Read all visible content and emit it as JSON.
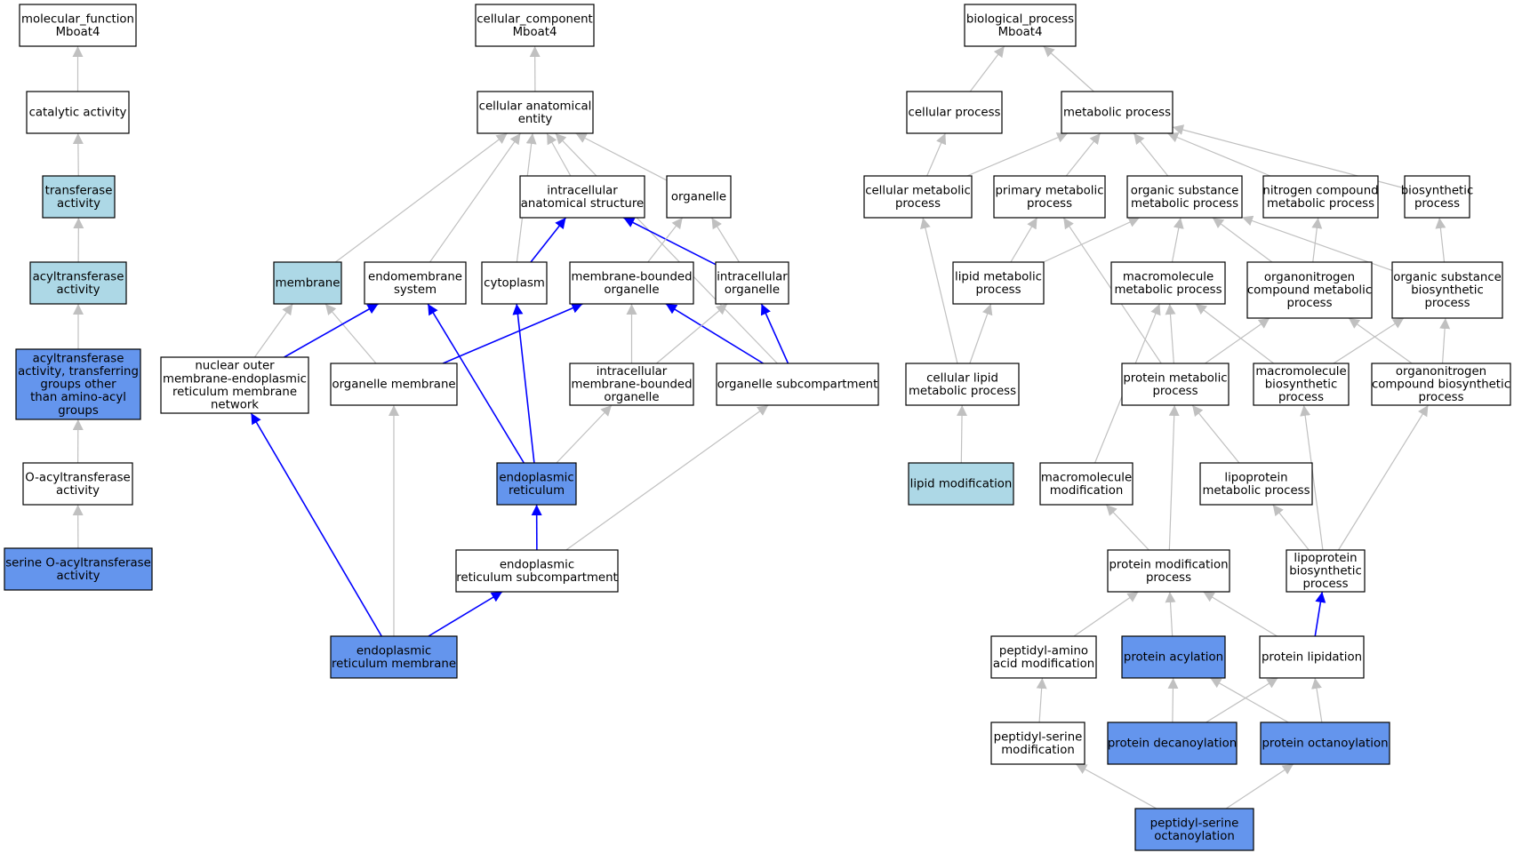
{
  "colors": {
    "plain": "#ffffff",
    "light": "#add8e6",
    "highlight": "#6495ed",
    "edge": "#c0c0c0",
    "path_edge": "#0000ff",
    "border": "#000000"
  },
  "nodes": [
    {
      "id": "mf_root",
      "lines": [
        "molecular_function",
        "Mboat4"
      ],
      "fill": "plain"
    },
    {
      "id": "catalytic",
      "lines": [
        "catalytic activity"
      ],
      "fill": "plain"
    },
    {
      "id": "transferase",
      "lines": [
        "transferase",
        "activity"
      ],
      "fill": "light"
    },
    {
      "id": "acyltransferase",
      "lines": [
        "acyltransferase",
        "activity"
      ],
      "fill": "light"
    },
    {
      "id": "acyl_other",
      "lines": [
        "acyltransferase",
        "activity, transferring",
        "groups other",
        "than amino-acyl",
        "groups"
      ],
      "fill": "highlight"
    },
    {
      "id": "o_acyl",
      "lines": [
        "O-acyltransferase",
        "activity"
      ],
      "fill": "plain"
    },
    {
      "id": "serine_o_acyl",
      "lines": [
        "serine O-acyltransferase",
        "activity"
      ],
      "fill": "highlight"
    },
    {
      "id": "cc_root",
      "lines": [
        "cellular_component",
        "Mboat4"
      ],
      "fill": "plain"
    },
    {
      "id": "cae",
      "lines": [
        "cellular anatomical",
        "entity"
      ],
      "fill": "plain"
    },
    {
      "id": "ias",
      "lines": [
        "intracellular",
        "anatomical structure"
      ],
      "fill": "plain"
    },
    {
      "id": "organelle",
      "lines": [
        "organelle"
      ],
      "fill": "plain"
    },
    {
      "id": "membrane",
      "lines": [
        "membrane"
      ],
      "fill": "light"
    },
    {
      "id": "endomembrane",
      "lines": [
        "endomembrane",
        "system"
      ],
      "fill": "plain"
    },
    {
      "id": "cytoplasm",
      "lines": [
        "cytoplasm"
      ],
      "fill": "plain"
    },
    {
      "id": "mbo",
      "lines": [
        "membrane-bounded",
        "organelle"
      ],
      "fill": "plain"
    },
    {
      "id": "io",
      "lines": [
        "intracellular",
        "organelle"
      ],
      "fill": "plain"
    },
    {
      "id": "nuclear_outer",
      "lines": [
        "nuclear outer",
        "membrane-endoplasmic",
        "reticulum membrane",
        "network"
      ],
      "fill": "plain"
    },
    {
      "id": "org_membrane",
      "lines": [
        "organelle membrane"
      ],
      "fill": "plain"
    },
    {
      "id": "imbo",
      "lines": [
        "intracellular",
        "membrane-bounded",
        "organelle"
      ],
      "fill": "plain"
    },
    {
      "id": "org_subcomp",
      "lines": [
        "organelle subcompartment"
      ],
      "fill": "plain"
    },
    {
      "id": "er",
      "lines": [
        "endoplasmic",
        "reticulum"
      ],
      "fill": "highlight"
    },
    {
      "id": "er_subcomp",
      "lines": [
        "endoplasmic",
        "reticulum subcompartment"
      ],
      "fill": "plain"
    },
    {
      "id": "er_membrane",
      "lines": [
        "endoplasmic",
        "reticulum membrane"
      ],
      "fill": "highlight"
    },
    {
      "id": "bp_root",
      "lines": [
        "biological_process",
        "Mboat4"
      ],
      "fill": "plain"
    },
    {
      "id": "cellular_process",
      "lines": [
        "cellular process"
      ],
      "fill": "plain"
    },
    {
      "id": "metabolic_process",
      "lines": [
        "metabolic process"
      ],
      "fill": "plain"
    },
    {
      "id": "cmp",
      "lines": [
        "cellular metabolic",
        "process"
      ],
      "fill": "plain"
    },
    {
      "id": "pmp",
      "lines": [
        "primary metabolic",
        "process"
      ],
      "fill": "plain"
    },
    {
      "id": "osmp",
      "lines": [
        "organic substance",
        "metabolic process"
      ],
      "fill": "plain"
    },
    {
      "id": "ncmp",
      "lines": [
        "nitrogen compound",
        "metabolic process"
      ],
      "fill": "plain"
    },
    {
      "id": "biosynthetic",
      "lines": [
        "biosynthetic",
        "process"
      ],
      "fill": "plain"
    },
    {
      "id": "lmp",
      "lines": [
        "lipid metabolic",
        "process"
      ],
      "fill": "plain"
    },
    {
      "id": "mmp",
      "lines": [
        "macromolecule",
        "metabolic process"
      ],
      "fill": "plain"
    },
    {
      "id": "oncmp",
      "lines": [
        "organonitrogen",
        "compound metabolic",
        "process"
      ],
      "fill": "plain"
    },
    {
      "id": "osbp",
      "lines": [
        "organic substance",
        "biosynthetic",
        "process"
      ],
      "fill": "plain"
    },
    {
      "id": "clmp",
      "lines": [
        "cellular lipid",
        "metabolic process"
      ],
      "fill": "plain"
    },
    {
      "id": "prmp",
      "lines": [
        "protein metabolic",
        "process"
      ],
      "fill": "plain"
    },
    {
      "id": "mbp",
      "lines": [
        "macromolecule",
        "biosynthetic",
        "process"
      ],
      "fill": "plain"
    },
    {
      "id": "oncbp",
      "lines": [
        "organonitrogen",
        "compound biosynthetic",
        "process"
      ],
      "fill": "plain"
    },
    {
      "id": "lipid_mod",
      "lines": [
        "lipid modification"
      ],
      "fill": "light"
    },
    {
      "id": "mm",
      "lines": [
        "macromolecule",
        "modification"
      ],
      "fill": "plain"
    },
    {
      "id": "lpmp",
      "lines": [
        "lipoprotein",
        "metabolic process"
      ],
      "fill": "plain"
    },
    {
      "id": "pmod",
      "lines": [
        "protein modification",
        "process"
      ],
      "fill": "plain"
    },
    {
      "id": "lpbp",
      "lines": [
        "lipoprotein",
        "biosynthetic",
        "process"
      ],
      "fill": "plain"
    },
    {
      "id": "pam",
      "lines": [
        "peptidyl-amino",
        "acid modification"
      ],
      "fill": "plain"
    },
    {
      "id": "pacyl",
      "lines": [
        "protein acylation"
      ],
      "fill": "highlight"
    },
    {
      "id": "plipid",
      "lines": [
        "protein lipidation"
      ],
      "fill": "plain"
    },
    {
      "id": "psm",
      "lines": [
        "peptidyl-serine",
        "modification"
      ],
      "fill": "plain"
    },
    {
      "id": "pdec",
      "lines": [
        "protein decanoylation"
      ],
      "fill": "highlight"
    },
    {
      "id": "poct",
      "lines": [
        "protein octanoylation"
      ],
      "fill": "highlight"
    },
    {
      "id": "pso",
      "lines": [
        "peptidyl-serine",
        "octanoylation"
      ],
      "fill": "highlight"
    }
  ],
  "edges": [
    {
      "from": "catalytic",
      "to": "mf_root",
      "path": false
    },
    {
      "from": "transferase",
      "to": "catalytic",
      "path": false
    },
    {
      "from": "acyltransferase",
      "to": "transferase",
      "path": false
    },
    {
      "from": "acyl_other",
      "to": "acyltransferase",
      "path": false
    },
    {
      "from": "o_acyl",
      "to": "acyl_other",
      "path": false
    },
    {
      "from": "serine_o_acyl",
      "to": "o_acyl",
      "path": false
    },
    {
      "from": "cae",
      "to": "cc_root",
      "path": false
    },
    {
      "from": "ias",
      "to": "cae",
      "path": false
    },
    {
      "from": "organelle",
      "to": "cae",
      "path": false
    },
    {
      "from": "membrane",
      "to": "cae",
      "path": false
    },
    {
      "from": "endomembrane",
      "to": "cae",
      "path": false
    },
    {
      "from": "cytoplasm",
      "to": "cae",
      "path": false
    },
    {
      "from": "org_subcomp",
      "to": "cae",
      "path": false
    },
    {
      "from": "cytoplasm",
      "to": "ias",
      "path": true
    },
    {
      "from": "io",
      "to": "ias",
      "path": true
    },
    {
      "from": "mbo",
      "to": "organelle",
      "path": false
    },
    {
      "from": "io",
      "to": "organelle",
      "path": false
    },
    {
      "from": "nuclear_outer",
      "to": "membrane",
      "path": false
    },
    {
      "from": "org_membrane",
      "to": "membrane",
      "path": false
    },
    {
      "from": "nuclear_outer",
      "to": "endomembrane",
      "path": true
    },
    {
      "from": "er",
      "to": "endomembrane",
      "path": true
    },
    {
      "from": "er",
      "to": "cytoplasm",
      "path": true
    },
    {
      "from": "org_membrane",
      "to": "mbo",
      "path": true
    },
    {
      "from": "imbo",
      "to": "mbo",
      "path": false
    },
    {
      "from": "org_subcomp",
      "to": "mbo",
      "path": true
    },
    {
      "from": "imbo",
      "to": "io",
      "path": false
    },
    {
      "from": "org_subcomp",
      "to": "io",
      "path": true
    },
    {
      "from": "er",
      "to": "imbo",
      "path": false
    },
    {
      "from": "er_subcomp",
      "to": "org_subcomp",
      "path": false
    },
    {
      "from": "er_subcomp",
      "to": "er",
      "path": true
    },
    {
      "from": "er_membrane",
      "to": "nuclear_outer",
      "path": true
    },
    {
      "from": "er_membrane",
      "to": "org_membrane",
      "path": false
    },
    {
      "from": "er_membrane",
      "to": "er_subcomp",
      "path": true
    },
    {
      "from": "cellular_process",
      "to": "bp_root",
      "path": false
    },
    {
      "from": "metabolic_process",
      "to": "bp_root",
      "path": false
    },
    {
      "from": "cmp",
      "to": "cellular_process",
      "path": false
    },
    {
      "from": "cmp",
      "to": "metabolic_process",
      "path": false
    },
    {
      "from": "pmp",
      "to": "metabolic_process",
      "path": false
    },
    {
      "from": "osmp",
      "to": "metabolic_process",
      "path": false
    },
    {
      "from": "ncmp",
      "to": "metabolic_process",
      "path": false
    },
    {
      "from": "biosynthetic",
      "to": "metabolic_process",
      "path": false
    },
    {
      "from": "lmp",
      "to": "pmp",
      "path": false
    },
    {
      "from": "lmp",
      "to": "osmp",
      "path": false
    },
    {
      "from": "mmp",
      "to": "osmp",
      "path": false
    },
    {
      "from": "oncmp",
      "to": "osmp",
      "path": false
    },
    {
      "from": "osbp",
      "to": "osmp",
      "path": false
    },
    {
      "from": "oncmp",
      "to": "ncmp",
      "path": false
    },
    {
      "from": "osbp",
      "to": "biosynthetic",
      "path": false
    },
    {
      "from": "clmp",
      "to": "cmp",
      "path": false
    },
    {
      "from": "clmp",
      "to": "lmp",
      "path": false
    },
    {
      "from": "prmp",
      "to": "pmp",
      "path": false
    },
    {
      "from": "prmp",
      "to": "mmp",
      "path": false
    },
    {
      "from": "prmp",
      "to": "oncmp",
      "path": false
    },
    {
      "from": "mbp",
      "to": "mmp",
      "path": false
    },
    {
      "from": "mbp",
      "to": "osbp",
      "path": false
    },
    {
      "from": "oncbp",
      "to": "oncmp",
      "path": false
    },
    {
      "from": "oncbp",
      "to": "osbp",
      "path": false
    },
    {
      "from": "lipid_mod",
      "to": "clmp",
      "path": false
    },
    {
      "from": "mm",
      "to": "mmp",
      "path": false
    },
    {
      "from": "lpmp",
      "to": "prmp",
      "path": false
    },
    {
      "from": "pmod",
      "to": "mm",
      "path": false
    },
    {
      "from": "pmod",
      "to": "prmp",
      "path": false
    },
    {
      "from": "lpbp",
      "to": "lpmp",
      "path": false
    },
    {
      "from": "lpbp",
      "to": "mbp",
      "path": false
    },
    {
      "from": "lpbp",
      "to": "oncbp",
      "path": false
    },
    {
      "from": "pam",
      "to": "pmod",
      "path": false
    },
    {
      "from": "pacyl",
      "to": "pmod",
      "path": false
    },
    {
      "from": "plipid",
      "to": "pmod",
      "path": false
    },
    {
      "from": "plipid",
      "to": "lpbp",
      "path": true
    },
    {
      "from": "psm",
      "to": "pam",
      "path": false
    },
    {
      "from": "pdec",
      "to": "pacyl",
      "path": false
    },
    {
      "from": "pdec",
      "to": "plipid",
      "path": false
    },
    {
      "from": "poct",
      "to": "pacyl",
      "path": false
    },
    {
      "from": "poct",
      "to": "plipid",
      "path": false
    },
    {
      "from": "pso",
      "to": "psm",
      "path": false
    },
    {
      "from": "pso",
      "to": "poct",
      "path": false
    }
  ]
}
